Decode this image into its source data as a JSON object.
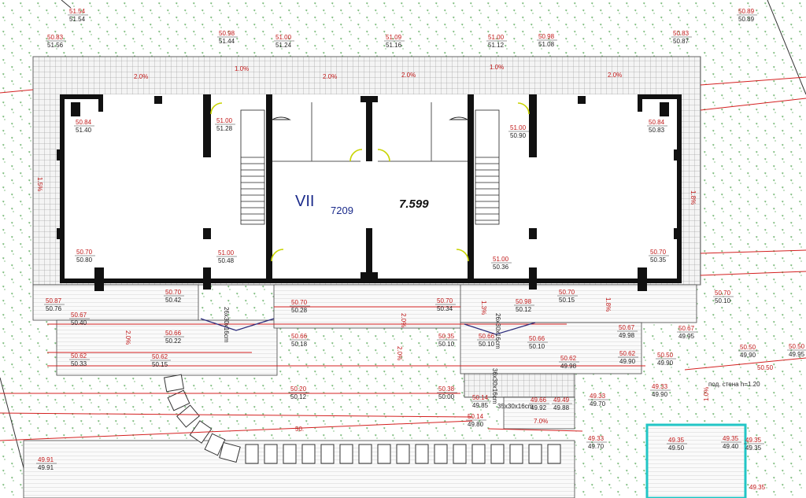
{
  "title": {
    "section_numeral": "VII",
    "building_code": "7209",
    "floor_area": "7.599"
  },
  "colors": {
    "wall": "#111111",
    "elevation_red": "#c01818",
    "grid_gray": "#9a9a9a",
    "grass_green": "#3a9a3a",
    "door_yellow": "#c8d400",
    "section_blue": "#2a2a7a",
    "tank_cyan": "#22c6c6"
  },
  "elevations": [
    {
      "design": "51.54",
      "existing": "51.54"
    },
    {
      "design": "50.83",
      "existing": "51.56"
    },
    {
      "design": "50.98",
      "existing": "51.44"
    },
    {
      "design": "51.00",
      "existing": "51.24"
    },
    {
      "design": "51.09",
      "existing": "51.16"
    },
    {
      "design": "51.00",
      "existing": "51.12"
    },
    {
      "design": "50.98",
      "existing": "51.08"
    },
    {
      "design": "50.83",
      "existing": "50.87"
    },
    {
      "design": "50.89",
      "existing": "50.89"
    },
    {
      "design": "50.84",
      "existing": "51.40"
    },
    {
      "design": "51.00",
      "existing": "51.28"
    },
    {
      "design": "51.00",
      "existing": "50.90"
    },
    {
      "design": "50.84",
      "existing": "50.83"
    },
    {
      "design": "50.70",
      "existing": "50.80"
    },
    {
      "design": "51.00",
      "existing": "50.48"
    },
    {
      "design": "51.00",
      "existing": "50.36"
    },
    {
      "design": "50.70",
      "existing": "50.35"
    },
    {
      "design": "50.87",
      "existing": "50.76"
    },
    {
      "design": "50.70",
      "existing": "50.42"
    },
    {
      "design": "50.67",
      "existing": "50.40"
    },
    {
      "design": "50.70",
      "existing": "50.28"
    },
    {
      "design": "50.70",
      "existing": "50.34"
    },
    {
      "design": "50.98",
      "existing": "50.12"
    },
    {
      "design": "50.70",
      "existing": "50.15"
    },
    {
      "design": "50.70",
      "existing": "50.10"
    },
    {
      "design": "50.66",
      "existing": "50.22"
    },
    {
      "design": "50.66",
      "existing": "50.18"
    },
    {
      "design": "50.35",
      "existing": "50.10"
    },
    {
      "design": "50.66",
      "existing": "50.10"
    },
    {
      "design": "50.66",
      "existing": "50.10"
    },
    {
      "design": "50.67",
      "existing": "49.98"
    },
    {
      "design": "50.67",
      "existing": "49.95"
    },
    {
      "design": "50.62",
      "existing": "50.33"
    },
    {
      "design": "50.62",
      "existing": "50.15"
    },
    {
      "design": "50.62",
      "existing": "49.98"
    },
    {
      "design": "50.62",
      "existing": "49.90"
    },
    {
      "design": "50.50",
      "existing": "49.90"
    },
    {
      "design": "50.50",
      "existing": "49.90"
    },
    {
      "design": "50.50",
      "existing": "49.95"
    },
    {
      "design": "50.20",
      "existing": "50.12"
    },
    {
      "design": "50.38",
      "existing": "50.00"
    },
    {
      "design": "50.14",
      "existing": "49.85"
    },
    {
      "design": "50.14",
      "existing": "49.80"
    },
    {
      "design": "49.66",
      "existing": "49.92"
    },
    {
      "design": "49.49",
      "existing": "49.88"
    },
    {
      "design": "49.33",
      "existing": "49.70"
    },
    {
      "design": "49.33",
      "existing": "49.90"
    },
    {
      "design": "49.33",
      "existing": "49.70"
    },
    {
      "design": "49.91",
      "existing": "49.91"
    },
    {
      "design": "49.35",
      "existing": "49.50"
    },
    {
      "design": "49.35",
      "existing": "49.40"
    },
    {
      "design": "49.35",
      "existing": "49.35"
    }
  ],
  "slopes": [
    "2.0%",
    "1.0%",
    "2.0%",
    "2.0%",
    "1.0%",
    "2.0%",
    "1.5%",
    "1.8%",
    "2.0%",
    "1.8%",
    "1.3%",
    "2.0%",
    "2.0%",
    "1.0%",
    "7.0%"
  ],
  "notes": {
    "wall_note": "под. стена  h=1.20",
    "big_level": "50.50",
    "tank_level": "49.35",
    "ramp_1": "26x30x16cm",
    "ramp_2": "26x30x16cm",
    "ramp_3": "36x30x16cm",
    "ramp_4": "35x30x16cm",
    "street_label": "50."
  }
}
